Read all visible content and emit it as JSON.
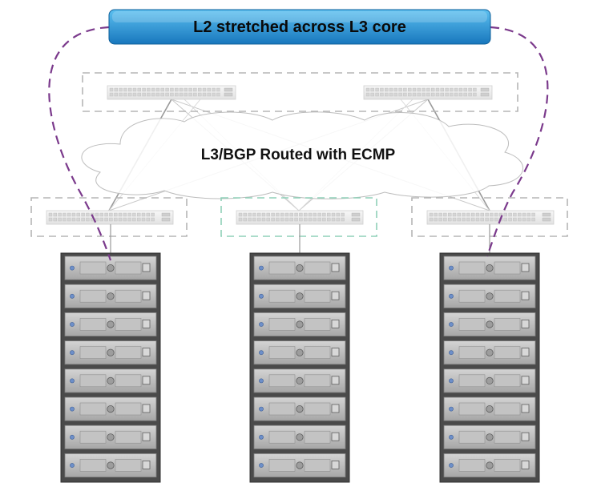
{
  "banner": {
    "label": "L2 stretched across L3 core"
  },
  "cloud": {
    "label": "L3/BGP Routed with ECMP"
  },
  "spines": [
    {
      "name": "spine-switch-left"
    },
    {
      "name": "spine-switch-right"
    }
  ],
  "leaves": [
    {
      "name": "leaf-switch-left",
      "style": "gray"
    },
    {
      "name": "leaf-switch-center",
      "style": "green"
    },
    {
      "name": "leaf-switch-right",
      "style": "gray"
    }
  ],
  "racks": [
    {
      "name": "server-rack-left",
      "servers": 8
    },
    {
      "name": "server-rack-center",
      "servers": 8
    },
    {
      "name": "server-rack-right",
      "servers": 8
    }
  ],
  "colors": {
    "banner_top": "#4fb3e8",
    "banner_bottom": "#1a7fc4",
    "stretch_line": "#7b3a8c",
    "dash_gray": "#b5b5b5",
    "dash_green": "#8fd0b8",
    "rack_dark": "#4a4a4a",
    "server_face": "#b8b8b8"
  }
}
